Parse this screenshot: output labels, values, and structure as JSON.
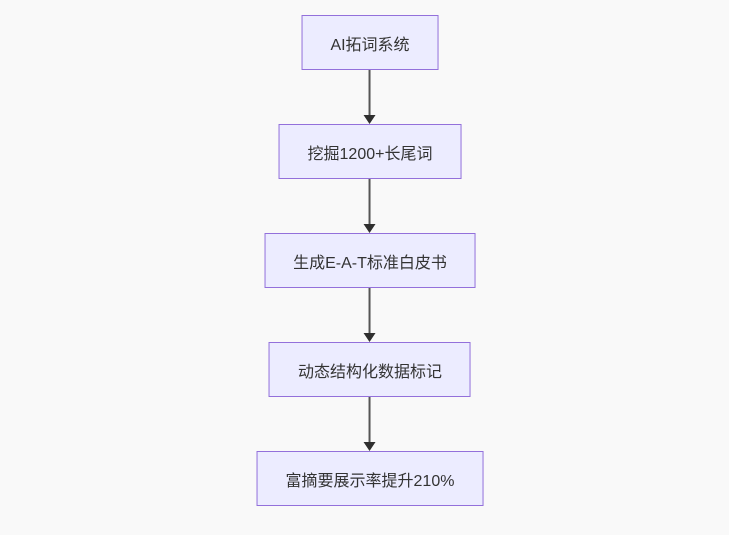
{
  "diagram": {
    "type": "flowchart",
    "direction": "top-down",
    "nodes": [
      {
        "id": "n1",
        "label": "AI拓词系统"
      },
      {
        "id": "n2",
        "label": "挖掘1200+长尾词"
      },
      {
        "id": "n3",
        "label": "生成E-A-T标准白皮书"
      },
      {
        "id": "n4",
        "label": "动态结构化数据标记"
      },
      {
        "id": "n5",
        "label": "富摘要展示率提升210%"
      }
    ],
    "edges": [
      {
        "from": "n1",
        "to": "n2"
      },
      {
        "from": "n2",
        "to": "n3"
      },
      {
        "from": "n3",
        "to": "n4"
      },
      {
        "from": "n4",
        "to": "n5"
      }
    ]
  },
  "theme": {
    "bg": "#f9f9f9",
    "node-fill": "#ECECFF",
    "node-border": "#9370DB",
    "node-text": "#333333",
    "edge-line": "#565656",
    "edge-head": "#2f2f2f"
  }
}
